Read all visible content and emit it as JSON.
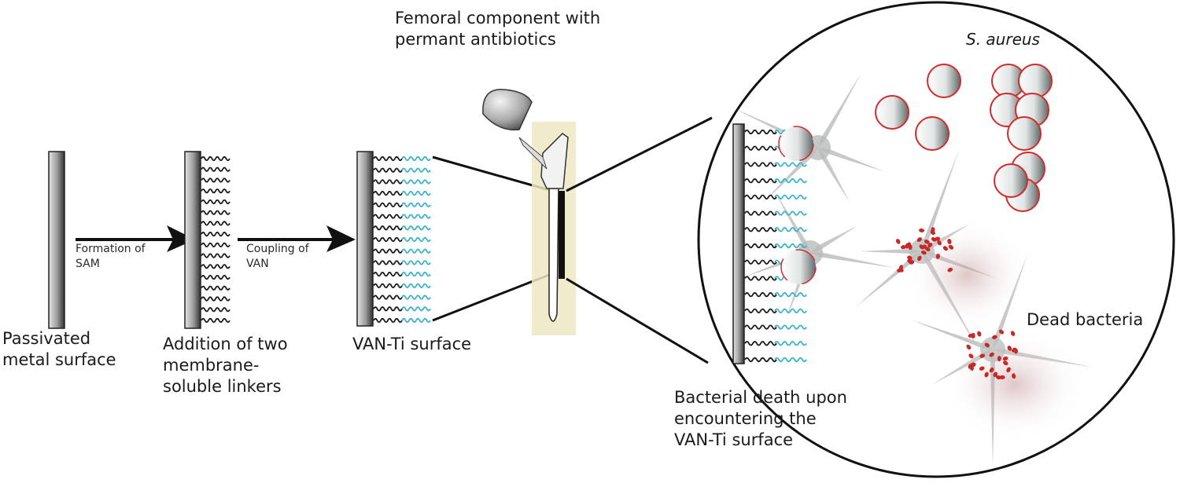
{
  "diagram": {
    "title_label": [
      "Femoral component with",
      "permant antibiotics"
    ],
    "steps": [
      {
        "id": "passivated",
        "label": [
          "Passivated",
          "metal surface"
        ]
      },
      {
        "id": "sam",
        "arrow_label": [
          "Formation of",
          "SAM"
        ],
        "label": [
          "Addition of two",
          "membrane-",
          "soluble linkers"
        ]
      },
      {
        "id": "van",
        "arrow_label": [
          "Coupling of",
          "VAN"
        ],
        "label": [
          "VAN-Ti surface"
        ]
      }
    ],
    "zoom_view": {
      "bacteria_label": "S. aureus",
      "dead_label": "Dead bacteria",
      "caption": [
        "Bacterial death upon",
        "encountering the",
        "VAN-Ti surface"
      ]
    },
    "colors": {
      "linker": "#1a1a1a",
      "vancomycin": "#3bb3c9",
      "bacteria_outline": "#d42a2a",
      "implant_halo": "#efe8c4",
      "surface_dark": "#3a3a3a",
      "surface_light": "#cfcfcf"
    },
    "counts": {
      "linker_chains_step2": 16,
      "linker_chains_step3": 15,
      "linker_chains_zoom": 15,
      "live_bacteria": 11,
      "attacked_bacteria": 2,
      "dead_clusters": 2
    }
  }
}
